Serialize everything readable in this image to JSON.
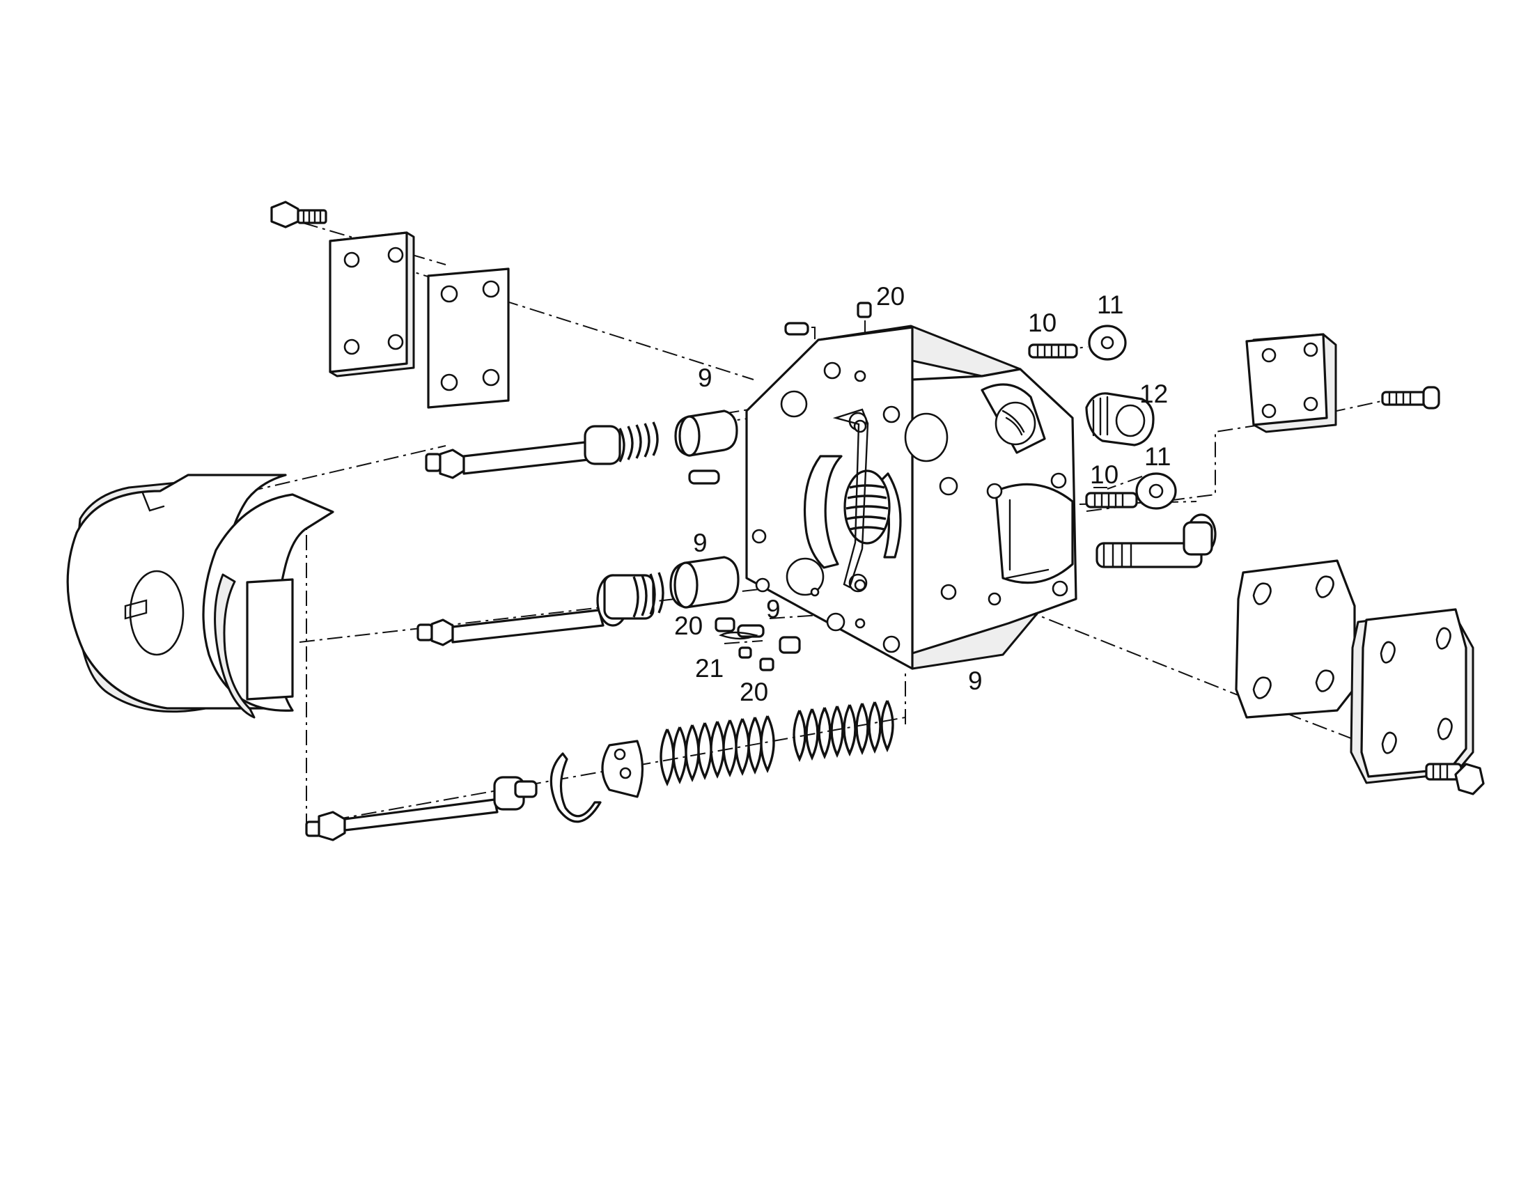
{
  "callouts": {
    "c20_top": "20",
    "c9_upper": "9",
    "c10_upper": "10",
    "c11_upper": "11",
    "c12": "12",
    "c10_lower": "10",
    "c11_lower": "11",
    "c9_middle": "9",
    "c20_middle": "20",
    "c9_small": "9",
    "c21": "21",
    "c20_lower": "20",
    "c9_bottom": "9"
  }
}
